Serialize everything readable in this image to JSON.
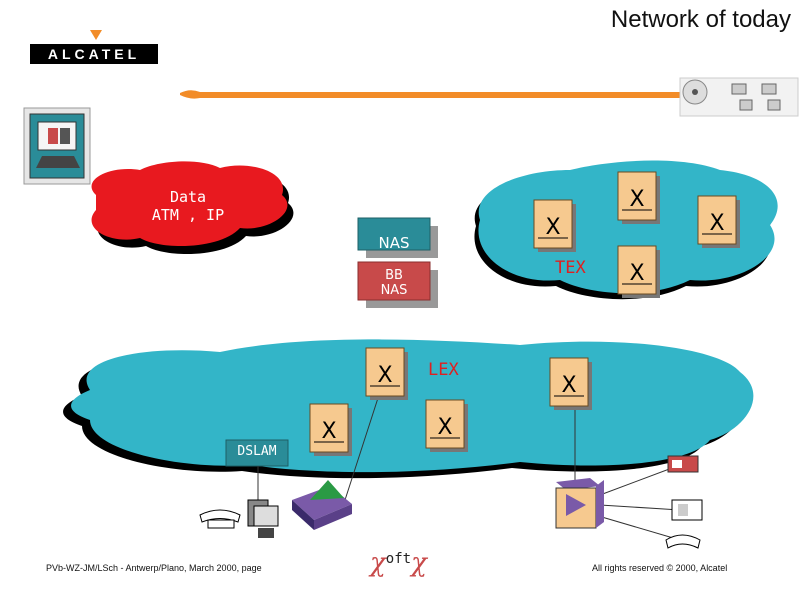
{
  "header": {
    "title": "Network of today",
    "logo_text": "ALCATEL"
  },
  "clouds": {
    "data_cloud": {
      "line1": "Data",
      "line2": "ATM , IP"
    },
    "tex_label": "TEX",
    "lex_label": "LEX"
  },
  "boxes": {
    "nas": "NAS",
    "bb_nas_line1": "BB",
    "bb_nas_line2": "NAS",
    "dslam": "DSLAM"
  },
  "switch_symbol": "X",
  "footer": {
    "left": "PVb-WZ-JM/LSch - Antwerp/Plano, March 2000, page",
    "center_prefix": "χ",
    "center_word": "oft",
    "center_suffix": "χ",
    "right": "All rights reserved © 2000, Alcatel"
  },
  "colors": {
    "accent_orange": "#f28c28",
    "cloud_red": "#e8191f",
    "cloud_teal": "#33b5c8",
    "nas_teal": "#2a8c98",
    "bbnas_red": "#c84a4a",
    "switch_fill": "#f6c98f"
  }
}
